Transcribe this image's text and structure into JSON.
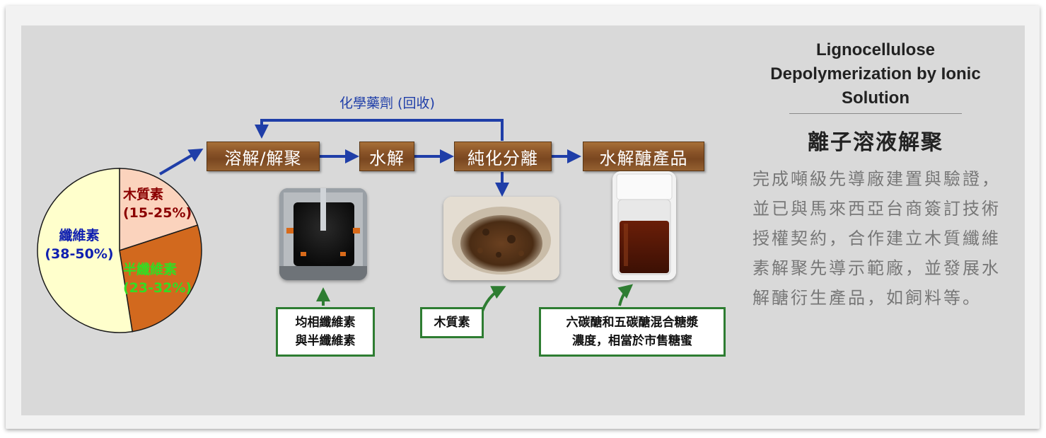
{
  "pie": {
    "segments": [
      {
        "label": "木質素",
        "range": "(15-25%)",
        "value": 20,
        "color": "#fbd3bd",
        "text_color": "#8b0000"
      },
      {
        "label": "半纖維素",
        "range": "(23-32%)",
        "value": 27.5,
        "color": "#d2691e",
        "text_color": "#33dd22"
      },
      {
        "label": "纖維素",
        "range": "(38-50%)",
        "value": 52.5,
        "color": "#ffffcc",
        "text_color": "#1020b0"
      }
    ]
  },
  "flow": {
    "steps": [
      "溶解/解聚",
      "水解",
      "純化分離",
      "水解醣產品"
    ],
    "recycle_label": "化學藥劑 (回收)",
    "arrow_color": "#1f3ea8"
  },
  "captions": {
    "cellulose": [
      "均相纖維素",
      "與半纖維素"
    ],
    "lignin": "木質素",
    "sugar": [
      "六碳醣和五碳醣混合糖漿",
      "濃度，相當於市售糖蜜"
    ]
  },
  "sidebar": {
    "title_en": "Lignocellulose Depolymerization by Ionic Solution",
    "title_zh": "離子溶液解聚",
    "description": "完成噸級先導廠建置與驗證，並已與馬來西亞台商簽訂技術授權契約，合作建立木質纖維素解聚先導示範廠，並發展水解醣衍生產品，如飼料等。"
  }
}
